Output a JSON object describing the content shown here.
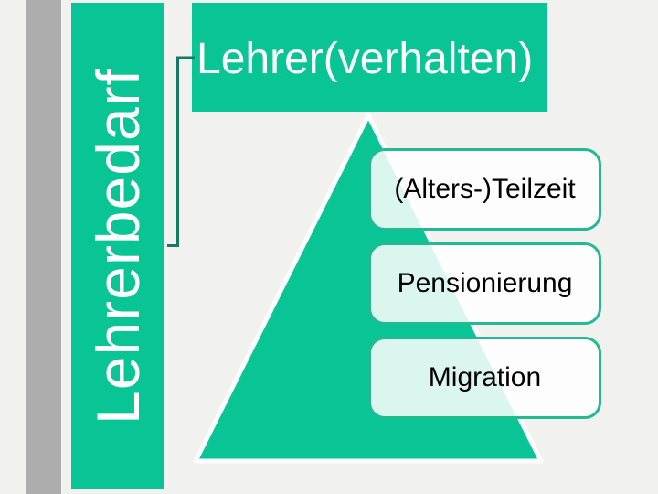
{
  "slide": {
    "type": "presentation-slide",
    "colors": {
      "background": "#F1F1EF",
      "accent_teal": "#09C495",
      "accent_teal_dark": "#157A5F",
      "box_border_teal": "#22BA90",
      "stripe_gray": "#ADADAD",
      "triangle_outline_white": "#FDFDFD",
      "title_text": "#FFFFFF",
      "item_text": "#000000"
    }
  },
  "sidebar": {
    "vertical_label": "Lehrerbedarf"
  },
  "header": {
    "title": "Lehrer(verhalten)"
  },
  "diagram": {
    "type": "pyramid-list",
    "shape": "triangle",
    "items": [
      {
        "label": "(Alters-)Teilzeit"
      },
      {
        "label": "Pensionierung"
      },
      {
        "label": "Migration"
      }
    ]
  }
}
